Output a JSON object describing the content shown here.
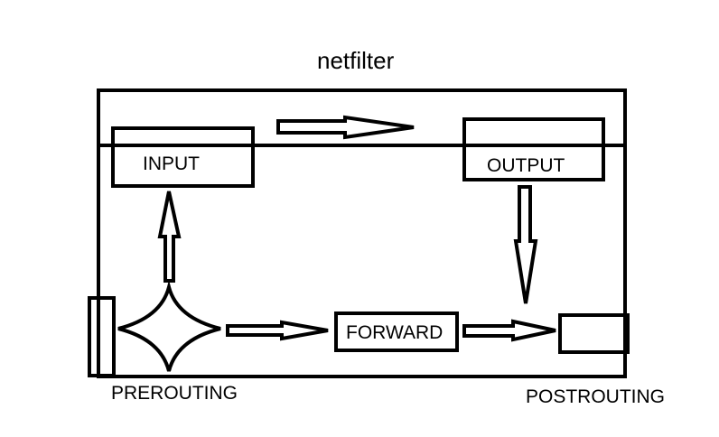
{
  "title": "netfilter",
  "nodes": {
    "input": "INPUT",
    "output": "OUTPUT",
    "forward": "FORWARD",
    "prerouting": "PREROUTING",
    "postrouting": "POSTROUTING"
  },
  "colors": {
    "stroke": "#000000",
    "background": "#ffffff"
  }
}
